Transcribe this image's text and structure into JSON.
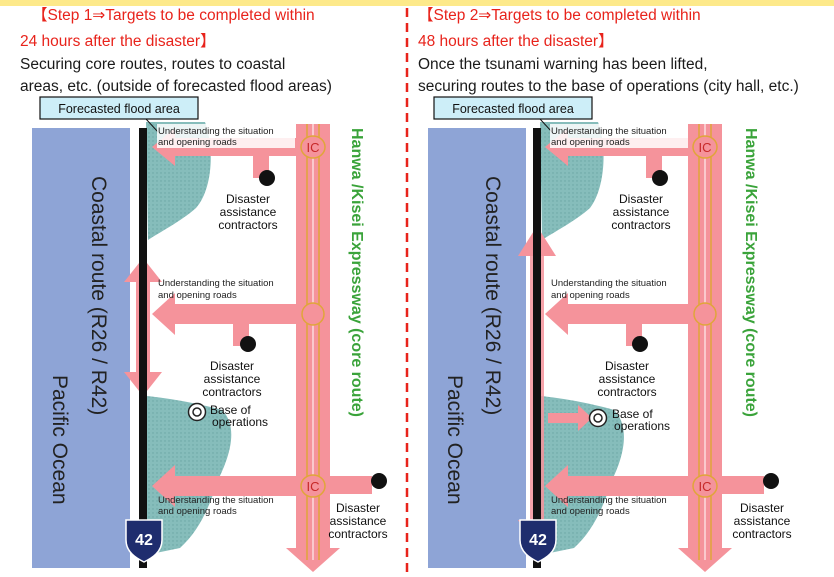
{
  "colors": {
    "ocean": "#8ea4d6",
    "flood": "#7fb8b6",
    "arrow": "#f5939b",
    "arrow_light": "#f9b6bb",
    "expressway_text": "#3aa33a",
    "step_text": "#e8231b",
    "divider": "#e8231b",
    "route_shield": "#1f2d6e",
    "legend_box": "#cdeef8"
  },
  "step1": {
    "title_line1": "【Step 1⇒Targets to be completed within",
    "title_line2": "24 hours after the disaster】",
    "desc_line1": "Securing core routes, routes to coastal",
    "desc_line2": "areas, etc. (outside of forecasted flood areas)"
  },
  "step2": {
    "title_line1": "【Step 2⇒Targets to be completed within",
    "title_line2": "48 hours after the disaster】",
    "desc_line1": "Once the tsunami warning has been lifted,",
    "desc_line2": "securing routes to the base of operations (city hall, etc.)"
  },
  "map": {
    "flood_label": "Forecasted flood area",
    "coastal_route": "Coastal route (R26 / R42)",
    "ocean": "Pacific Ocean",
    "expressway": "Hanwa /Kisei Expressway (core route)",
    "ic": "IC",
    "shield": "42",
    "situation_line1": "Understanding the situation",
    "situation_line2": "and opening roads",
    "contractors_line1": "Disaster",
    "contractors_line2": "assistance",
    "contractors_line3": "contractors",
    "base_line1": "Base of",
    "base_line2": "operations"
  }
}
